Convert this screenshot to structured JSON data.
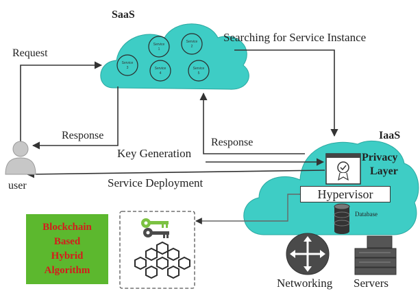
{
  "diagram": {
    "saas_label": "SaaS",
    "iaas_label": "IaaS",
    "services": [
      {
        "line1": "Service",
        "line2": "1"
      },
      {
        "line1": "Service",
        "line2": "2"
      },
      {
        "line1": "Service",
        "line2": "3"
      },
      {
        "line1": "Service",
        "line2": "4"
      },
      {
        "line1": "Service",
        "line2": "5"
      }
    ],
    "arrows": {
      "request": "Request",
      "searching": "Searching for Service Instance",
      "response_saas": "Response",
      "response_iaas": "Response",
      "key_generation": "Key Generation",
      "service_deployment": "Service Deployment"
    },
    "user_label": "user",
    "privacy_layer": {
      "line1": "Privacy",
      "line2": "Layer"
    },
    "hypervisor": "Hypervisor",
    "database": "Database",
    "networking": "Networking",
    "servers": "Servers",
    "algorithm": {
      "line1": "Blockchain",
      "line2": "Based",
      "line3": "Hybrid",
      "line4": "Algorithm"
    }
  },
  "colors": {
    "cloud": "#3ecdc5",
    "algorithm_box": "#5cb82e",
    "algorithm_text": "#d41c1c",
    "arrow": "#333333"
  }
}
